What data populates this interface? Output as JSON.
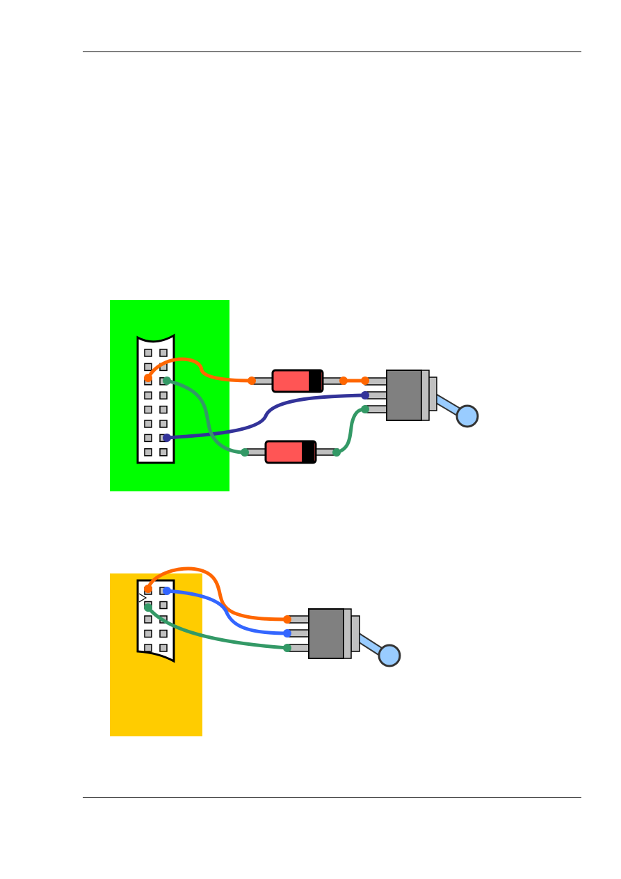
{
  "colors": {
    "page": "#ffffff",
    "rule": "#000000",
    "board_top": "#00ff00",
    "board_bottom": "#ffcc00",
    "wire_orange": "#ff6600",
    "wire_navy": "#333399",
    "wire_green": "#339966",
    "wire_blue": "#3366ff",
    "diode_body": "#ff5555",
    "diode_band": "#000000",
    "switch_body": "#808080",
    "switch_flange": "#c0c0c0",
    "lever": "#99ccff"
  },
  "diagrams": [
    {
      "name": "circuit-top",
      "board": "green-board",
      "connector": "pin-header-2x8",
      "components": [
        "diode-upper",
        "diode-lower",
        "toggle-switch"
      ],
      "wires": [
        "orange-wire",
        "navy-wire",
        "green-wire"
      ]
    },
    {
      "name": "circuit-bottom",
      "board": "yellow-board",
      "connector": "pin-header-2x5",
      "components": [
        "toggle-switch"
      ],
      "wires": [
        "orange-wire",
        "blue-wire",
        "green-wire"
      ]
    }
  ]
}
